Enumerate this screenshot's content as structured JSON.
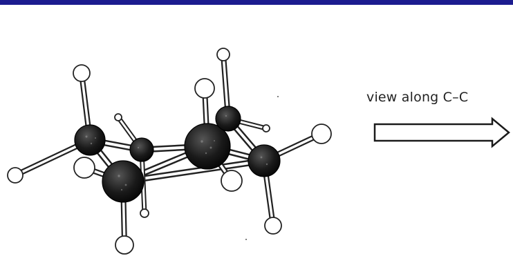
{
  "annotation": {
    "label": "view along C–C",
    "arrow": "right-arrow-icon"
  },
  "colors": {
    "header_bar": "#1c1c8f",
    "carbon_atom": "#111111",
    "hydrogen_atom": "#ffffff",
    "bond": "#222222"
  },
  "molecule": {
    "carbon_count": 6,
    "hydrogen_count": 12
  }
}
